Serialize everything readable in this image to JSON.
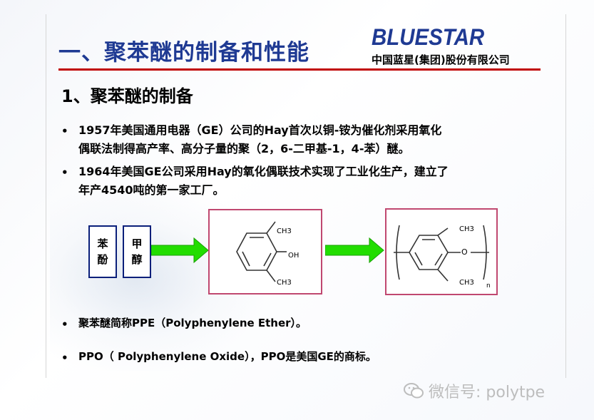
{
  "header": {
    "title": "一、聚苯醚的制备和性能",
    "logo_text": "BLUESTAR",
    "company": "中国蓝星(集团)股份有限公司"
  },
  "section": {
    "title": "1、聚苯醚的制备"
  },
  "bullets": [
    {
      "marker": "•",
      "lines": [
        "1957年美国通用电器（GE）公司的Hay首次以铜-铵为催化剂采用氧化",
        "偶联法制得高产率、高分子量的聚（2，6-二甲基-1，4-苯）醚。"
      ]
    },
    {
      "marker": "•",
      "lines": [
        "1964年美国GE公司采用Hay的氧化偶联技术实现了工业化生产，建立了",
        "年产4540吨的第一家工厂。"
      ]
    },
    {
      "marker": "•",
      "lines": [
        "聚苯醚简称PPE（Polyphenylene  Ether）。"
      ]
    },
    {
      "marker": "•",
      "lines": [
        "PPO（ Polyphenylene Oxide），PPO是美国GE的商标。"
      ]
    }
  ],
  "diagram": {
    "phenol_label": [
      "苯",
      "酚"
    ],
    "methanol_label": [
      "甲",
      "醇"
    ],
    "monomer": {
      "top_group": "CH3",
      "side_group": "OH",
      "bottom_group": "CH3"
    },
    "polymer": {
      "top_group": "CH3",
      "link": "O",
      "bottom_group": "CH3",
      "subscript": "n"
    },
    "arrow_color": "#22dd00",
    "box_border_color": "#0a1f7a",
    "frame_color": "#c04870"
  },
  "watermark": {
    "icon": "wechat-icon",
    "text": "微信号: polytpe"
  },
  "colors": {
    "title": "#1f3a93",
    "rule": "#c00000"
  }
}
